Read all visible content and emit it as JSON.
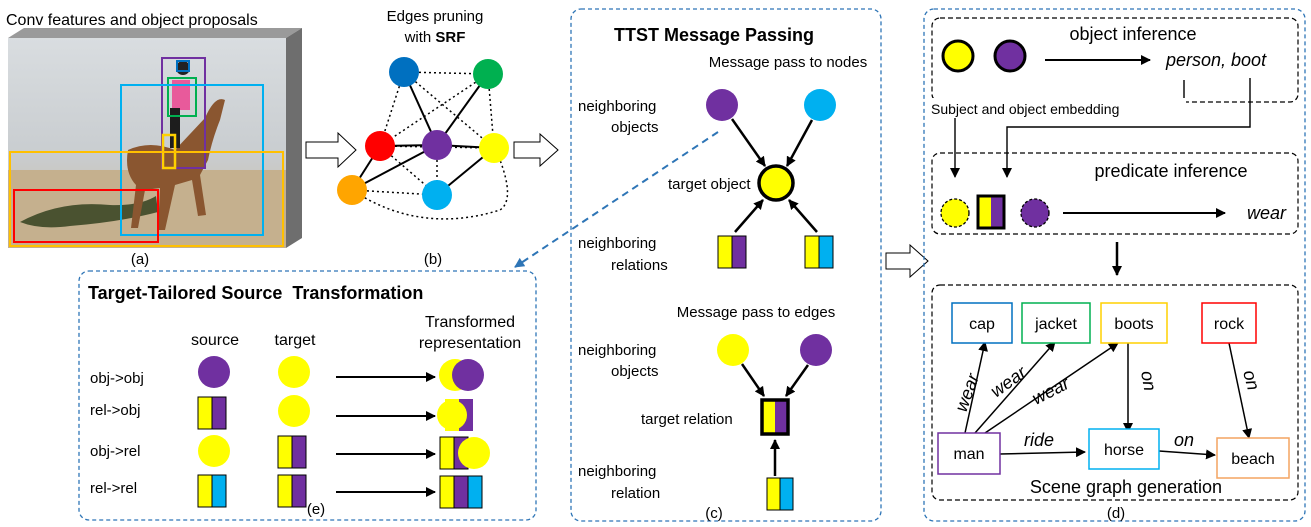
{
  "panel_a": {
    "title": "Conv features  and object proposals",
    "caption": "(a)"
  },
  "panel_b": {
    "title_line1": "Edges pruning",
    "title_prefix": "with",
    "title_bold": "SRF",
    "caption": "(b)"
  },
  "panel_c": {
    "title": "TTST Message Passing",
    "nodes_heading": "Message pass to nodes",
    "neighboring_objects_1a": "neighboring",
    "neighboring_objects_1b": "objects",
    "target_object": "target object",
    "neighboring_relations_a": "neighboring",
    "neighboring_relations_b": "relations",
    "edges_heading": "Message pass to edges",
    "neighboring_objects_2a": "neighboring",
    "neighboring_objects_2b": "objects",
    "target_relation": "target relation",
    "neighboring_relation_a": "neighboring",
    "neighboring_relation_b": "relation",
    "caption": "(c)"
  },
  "panel_d": {
    "object_inference": "object inference",
    "object_result": "person, boot",
    "embedding_label": "Subject and object embedding",
    "predicate_inference": "predicate inference",
    "predicate_result": "wear",
    "graph_title": "Scene graph generation",
    "nodes": {
      "cap": "cap",
      "jacket": "jacket",
      "boots": "boots",
      "rock": "rock",
      "man": "man",
      "horse": "horse",
      "beach": "beach"
    },
    "edges": {
      "wear1": "wear",
      "wear2": "wear",
      "wear3": "wear",
      "on1": "on",
      "on2": "on",
      "ride": "ride",
      "on3": "on"
    },
    "caption": "(d)"
  },
  "panel_e": {
    "title": "Target-Tailored Source  Transformation",
    "col_source": "source",
    "col_target": "target",
    "col_transformed_1": "Transformed",
    "col_transformed_2": "representation",
    "rows": [
      "obj->obj",
      "rel->obj",
      "obj->rel",
      "rel->rel"
    ],
    "caption": "(e)"
  },
  "colors": {
    "yellow": "#ffff00",
    "purple": "#7030a0",
    "blue_light": "#00b0f0",
    "dark_blue": "#0070c0",
    "green": "#00b050",
    "red": "#ff0000",
    "orange": "#ffa500",
    "panel_border": "#2e75b6"
  }
}
